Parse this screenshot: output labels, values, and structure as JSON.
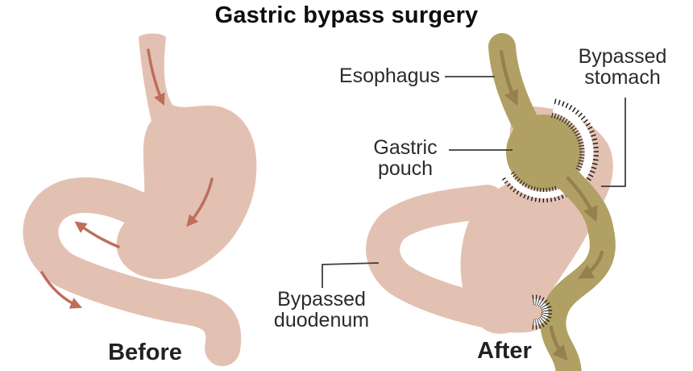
{
  "title": "Gastric bypass surgery",
  "panels": {
    "before_caption": "Before",
    "after_caption": "After"
  },
  "annotations": {
    "esophagus": "Esophagus",
    "gastric_pouch": "Gastric pouch",
    "bypassed_stomach": "Bypassed stomach",
    "bypassed_duodenum": "Bypassed duodenum"
  },
  "colors": {
    "background": "#ffffff",
    "organ_pink": "#e3c1b2",
    "arrow_pink": "#bd6f5c",
    "organ_olive": "#b1a063",
    "arrow_olive": "#97804f",
    "stitch_ink": "#1f1f1f",
    "label_ink": "#2b2b2b",
    "pointer_line": "#3d3d3d"
  }
}
